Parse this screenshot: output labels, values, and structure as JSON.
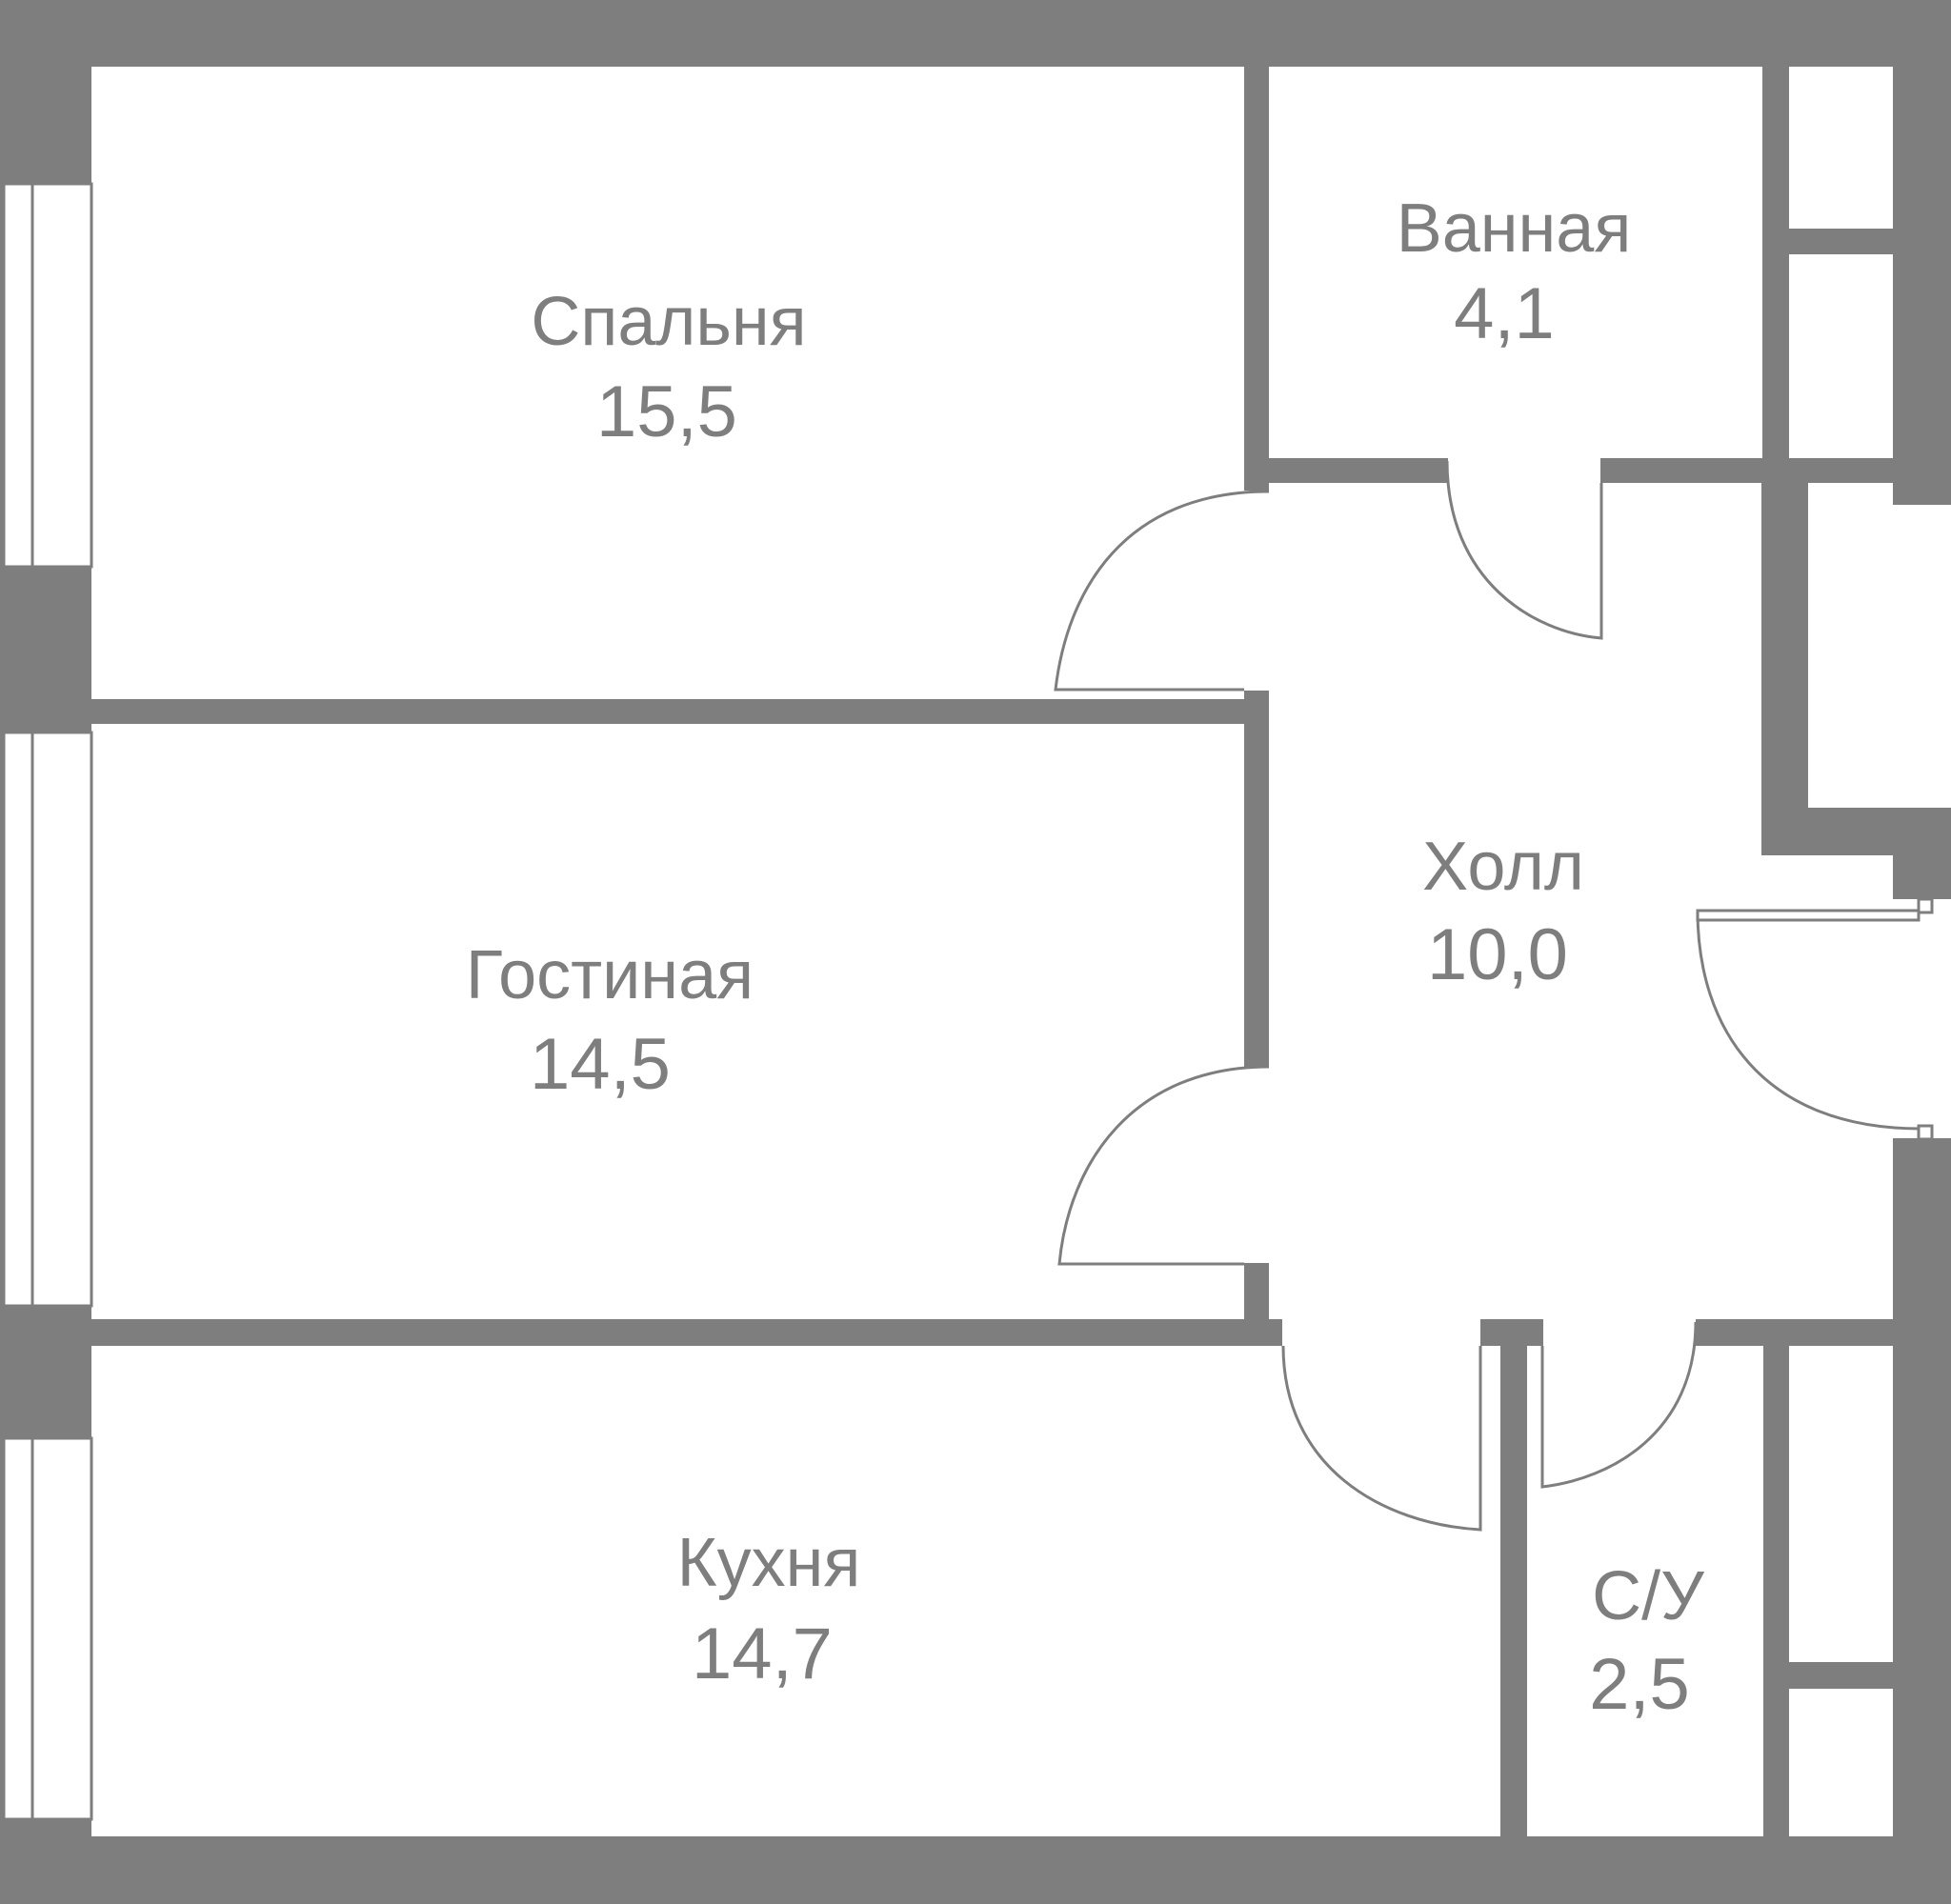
{
  "colors": {
    "wall": "#7d7e7d",
    "floor": "#ffffff",
    "door_line": "#7d7e7d",
    "text": "#7d7e7d"
  },
  "rooms": [
    {
      "id": "bedroom",
      "name": "Спальня",
      "area": "15,5"
    },
    {
      "id": "bathroom",
      "name": "Ванная",
      "area": "4,1"
    },
    {
      "id": "hall",
      "name": "Холл",
      "area": "10,0"
    },
    {
      "id": "living",
      "name": "Гостиная",
      "area": "14,5"
    },
    {
      "id": "kitchen",
      "name": "Кухня",
      "area": "14,7"
    },
    {
      "id": "wc",
      "name": "С/У",
      "area": "2,5"
    }
  ]
}
